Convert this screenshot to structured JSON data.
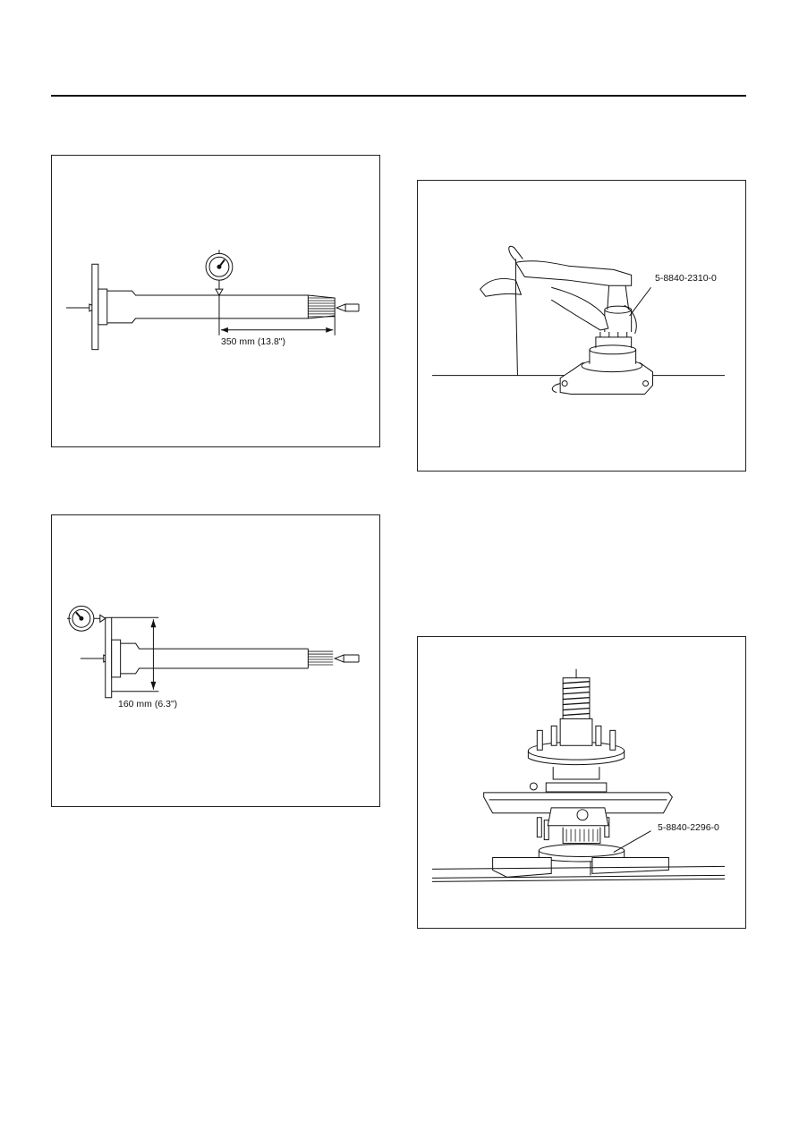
{
  "figures": {
    "shaft_runout_center": {
      "dimension_label": "350 mm (13.8\")"
    },
    "shaft_runout_flange": {
      "dimension_label": "160 mm (6.3\")"
    },
    "bearing_install_tool": {
      "tool_label": "5-8840-2310-0"
    },
    "hub_press_tool": {
      "tool_label": "5-8840-2296-0"
    }
  }
}
